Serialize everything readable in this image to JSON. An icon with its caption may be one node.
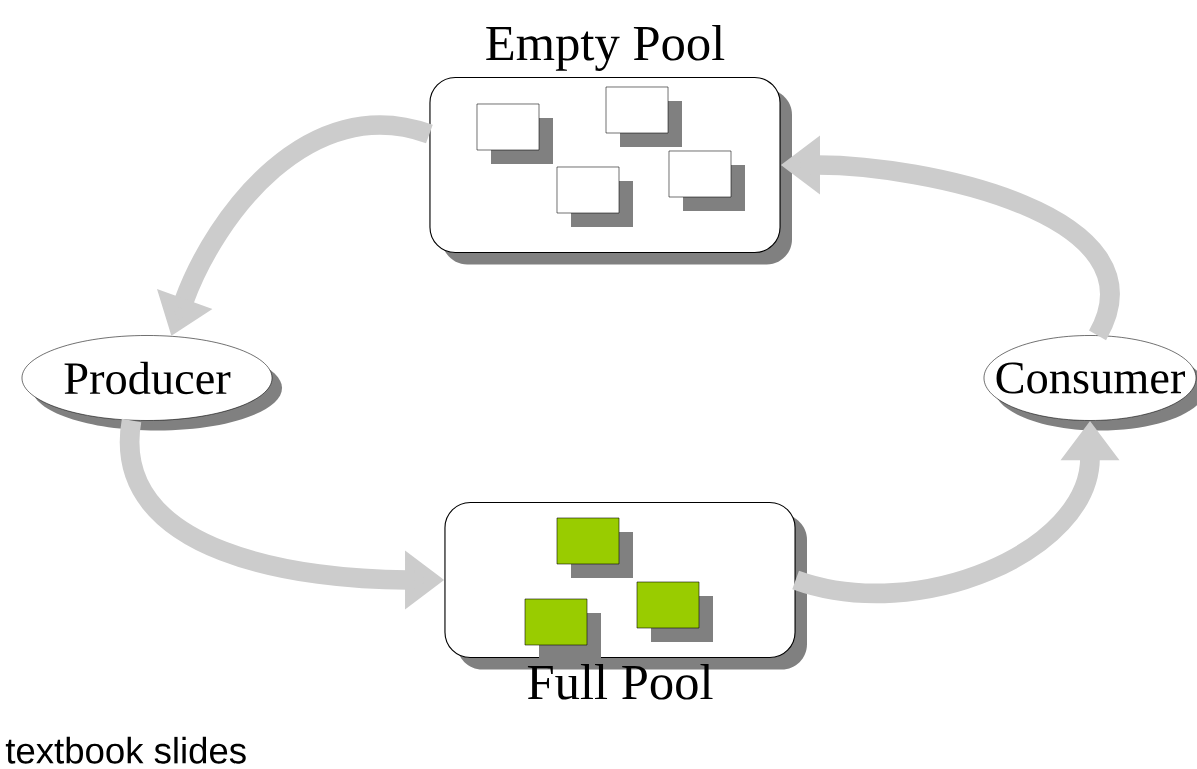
{
  "diagram": {
    "nodes": [
      {
        "text": [
          "Empty Pool"
        ]
      },
      {
        "text": [],
        "shape": "box",
        "in": 0
      },
      {
        "text": [],
        "shape": "box",
        "in": 0
      },
      {
        "text": [],
        "shape": "box",
        "in": 0
      },
      {
        "text": [],
        "shape": "box",
        "in": 0
      },
      {
        "text": [
          "Producer"
        ]
      },
      {
        "text": [
          "Consumer"
        ]
      },
      {
        "text": [
          "Full Pool"
        ]
      },
      {
        "text": [],
        "shape": "box",
        "in": 7
      },
      {
        "text": [],
        "shape": "box",
        "in": 7
      },
      {
        "text": [],
        "shape": "box",
        "in": 7
      }
    ],
    "edges": [
      {
        "from": 0,
        "to": 5,
        "arrow": "to"
      },
      {
        "from": 6,
        "to": 0,
        "arrow": "to"
      },
      {
        "from": 5,
        "to": 7,
        "arrow": "to"
      },
      {
        "from": 7,
        "to": 6,
        "arrow": "to"
      }
    ],
    "labels": [
      "textbook slides"
    ]
  }
}
